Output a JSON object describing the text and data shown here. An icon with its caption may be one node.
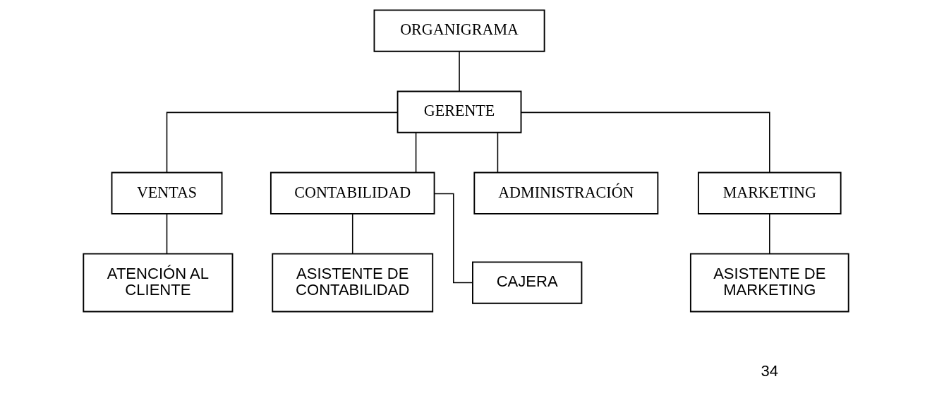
{
  "diagram": {
    "nodes": [
      {
        "text": [
          "ORGANIGRAMA"
        ]
      },
      {
        "text": [
          "GERENTE"
        ]
      },
      {
        "text": [
          "VENTAS"
        ]
      },
      {
        "text": [
          "CONTABILIDAD"
        ]
      },
      {
        "text": [
          "ADMINISTRACIÓN"
        ]
      },
      {
        "text": [
          "MARKETING"
        ]
      },
      {
        "text": [
          "ATENCIÓN AL CLIENTE"
        ]
      },
      {
        "text": [
          "ASISTENTE DE CONTABILIDAD"
        ]
      },
      {
        "text": [
          "CAJERA"
        ]
      },
      {
        "text": [
          "ASISTENTE DE MARKETING"
        ]
      }
    ],
    "edges": [
      {
        "from": 0,
        "to": 1,
        "arrow": "none"
      },
      {
        "from": 1,
        "to": 2,
        "arrow": "none"
      },
      {
        "from": 1,
        "to": 3,
        "arrow": "none"
      },
      {
        "from": 1,
        "to": 4,
        "arrow": "none"
      },
      {
        "from": 1,
        "to": 5,
        "arrow": "none"
      },
      {
        "from": 2,
        "to": 6,
        "arrow": "none"
      },
      {
        "from": 3,
        "to": 7,
        "arrow": "none"
      },
      {
        "from": 3,
        "to": 8,
        "arrow": "none"
      },
      {
        "from": 5,
        "to": 9,
        "arrow": "none"
      }
    ],
    "labels": [
      "34"
    ]
  }
}
